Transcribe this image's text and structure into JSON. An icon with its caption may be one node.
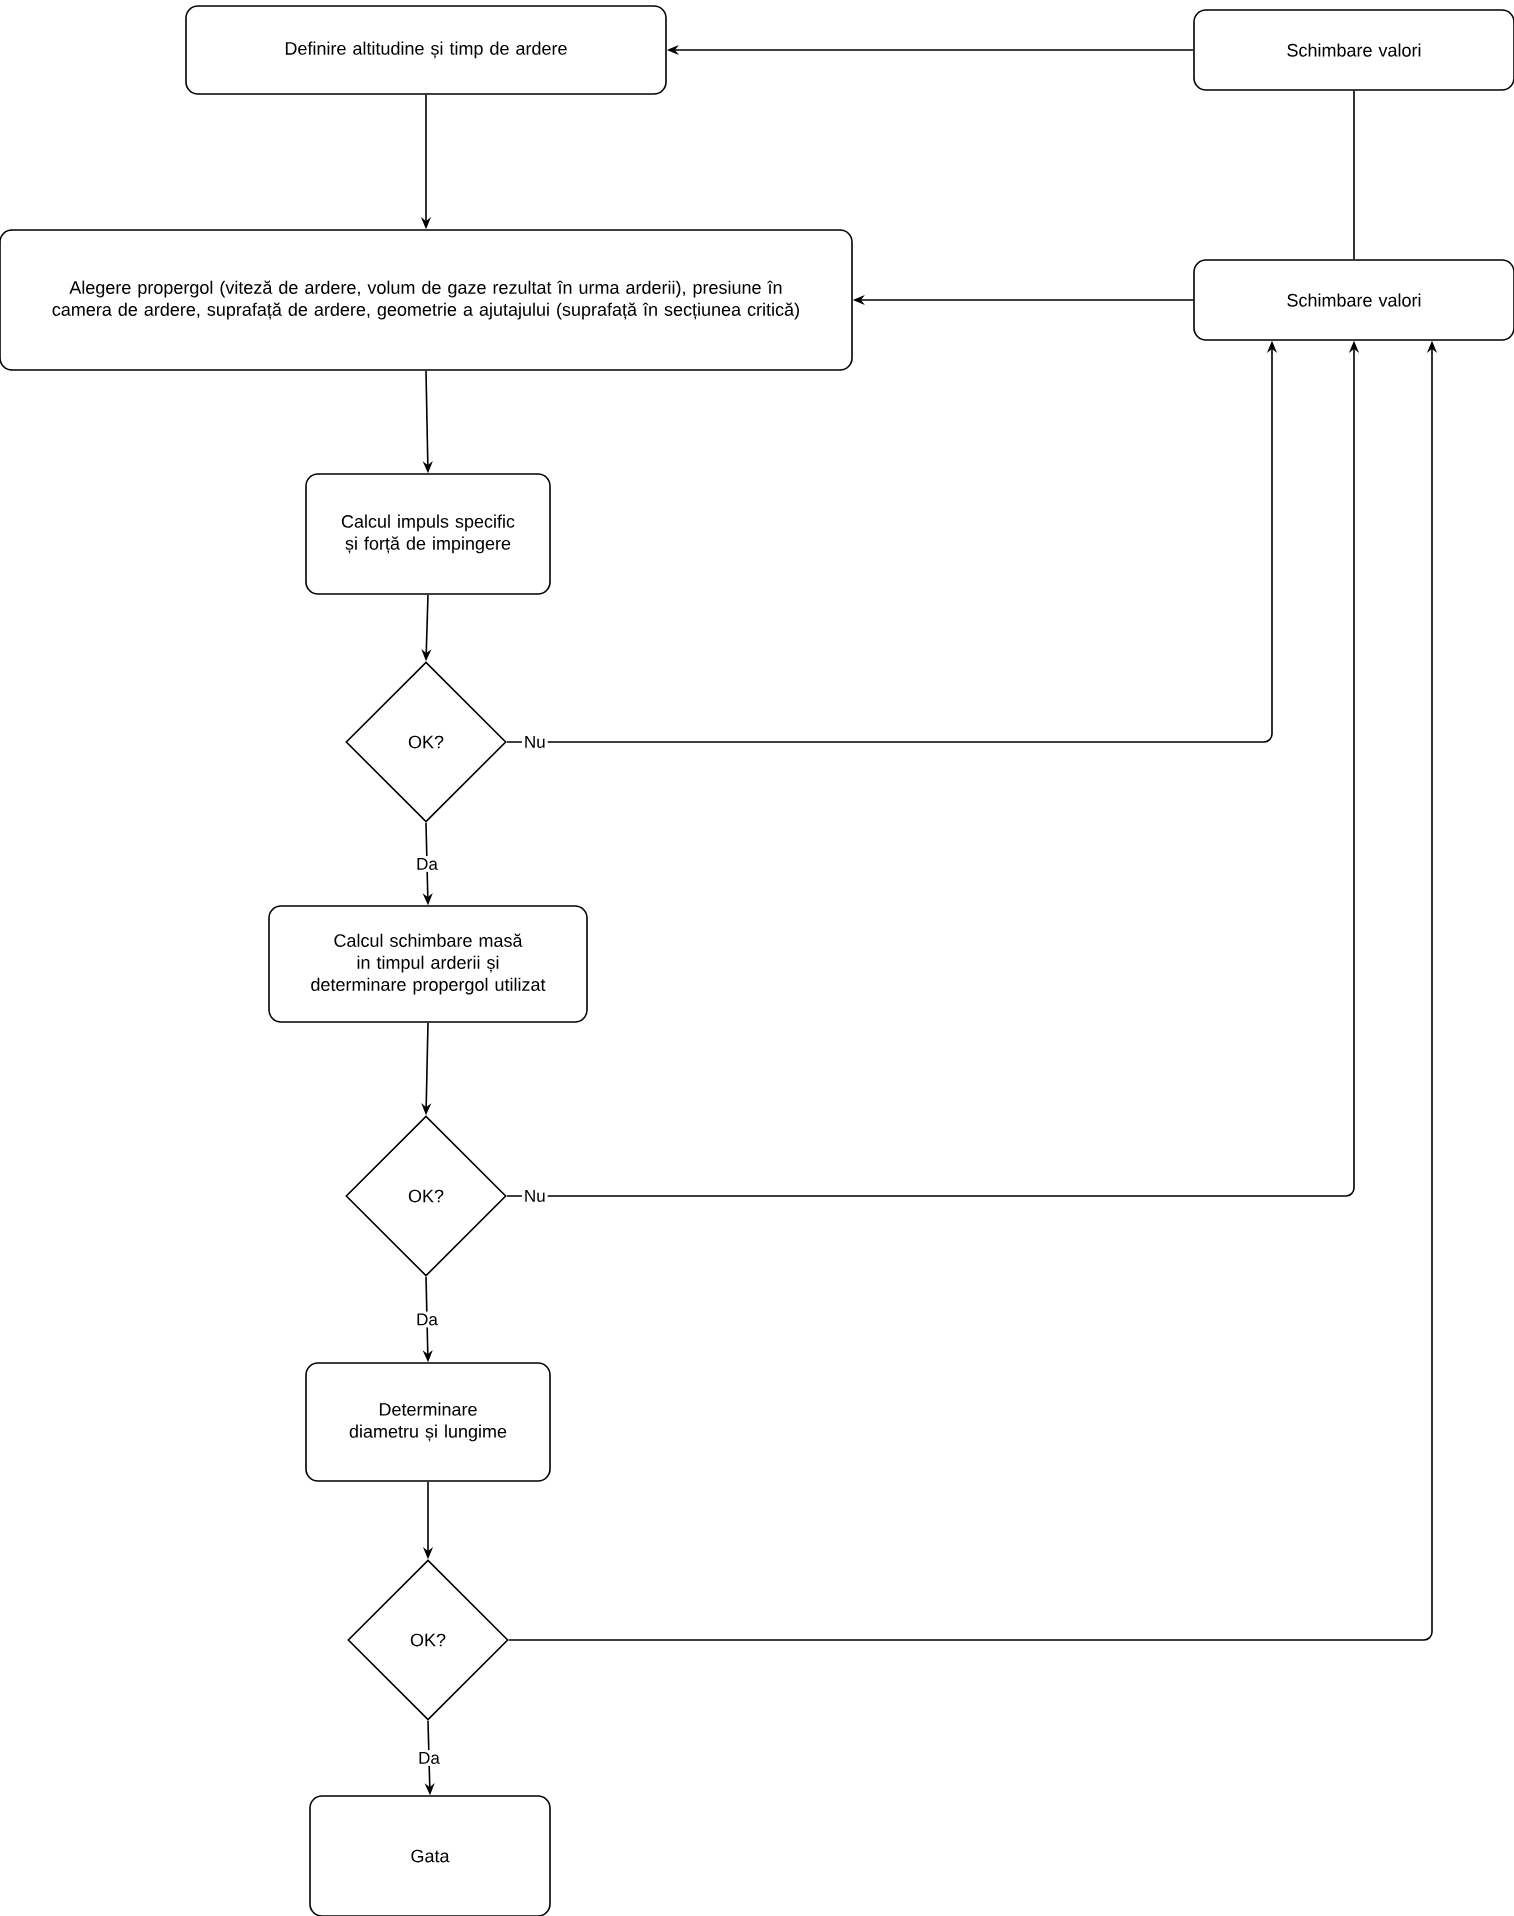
{
  "diagram": {
    "nodes": [
      {
        "text": [
          "Definire altitudine și timp de ardere"
        ]
      },
      {
        "text": [
          "Schimbare valori"
        ]
      },
      {
        "text": [
          "Alegere propergol (viteză de ardere, volum de gaze rezultat în urma arderii), presiune în camera de ardere, suprafață de ardere, geometrie a ajutajului (suprafață în secțiunea critică)"
        ]
      },
      {
        "text": [
          "Schimbare valori"
        ]
      },
      {
        "text": [
          "Calcul impuls specific și forță de impingere"
        ]
      },
      {
        "text": [
          "OK?"
        ]
      },
      {
        "text": [
          "Calcul schimbare masă in timpul arderii și determinare propergol utilizat"
        ]
      },
      {
        "text": [
          "OK?"
        ]
      },
      {
        "text": [
          "Determinare diametru și lungime"
        ]
      },
      {
        "text": [
          "OK?"
        ]
      },
      {
        "text": [
          "Gata"
        ]
      }
    ],
    "edges": [
      {
        "from": 0,
        "to": 2,
        "arrow": "to"
      },
      {
        "from": 1,
        "to": 0,
        "arrow": "to"
      },
      {
        "from": 3,
        "to": 1,
        "arrow": "none"
      },
      {
        "from": 3,
        "to": 2,
        "arrow": "to"
      },
      {
        "from": 2,
        "to": 4,
        "arrow": "to"
      },
      {
        "from": 4,
        "to": 5,
        "arrow": "to"
      },
      {
        "from": 5,
        "to": 3,
        "arrow": "to",
        "label": "Nu"
      },
      {
        "from": 5,
        "to": 6,
        "arrow": "to",
        "label": "Da"
      },
      {
        "from": 6,
        "to": 7,
        "arrow": "to"
      },
      {
        "from": 7,
        "to": 3,
        "arrow": "to",
        "label": "Nu"
      },
      {
        "from": 7,
        "to": 8,
        "arrow": "to",
        "label": "Da"
      },
      {
        "from": 8,
        "to": 9,
        "arrow": "to"
      },
      {
        "from": 9,
        "to": 3,
        "arrow": "to"
      },
      {
        "from": 9,
        "to": 10,
        "arrow": "to",
        "label": "Da"
      }
    ]
  }
}
